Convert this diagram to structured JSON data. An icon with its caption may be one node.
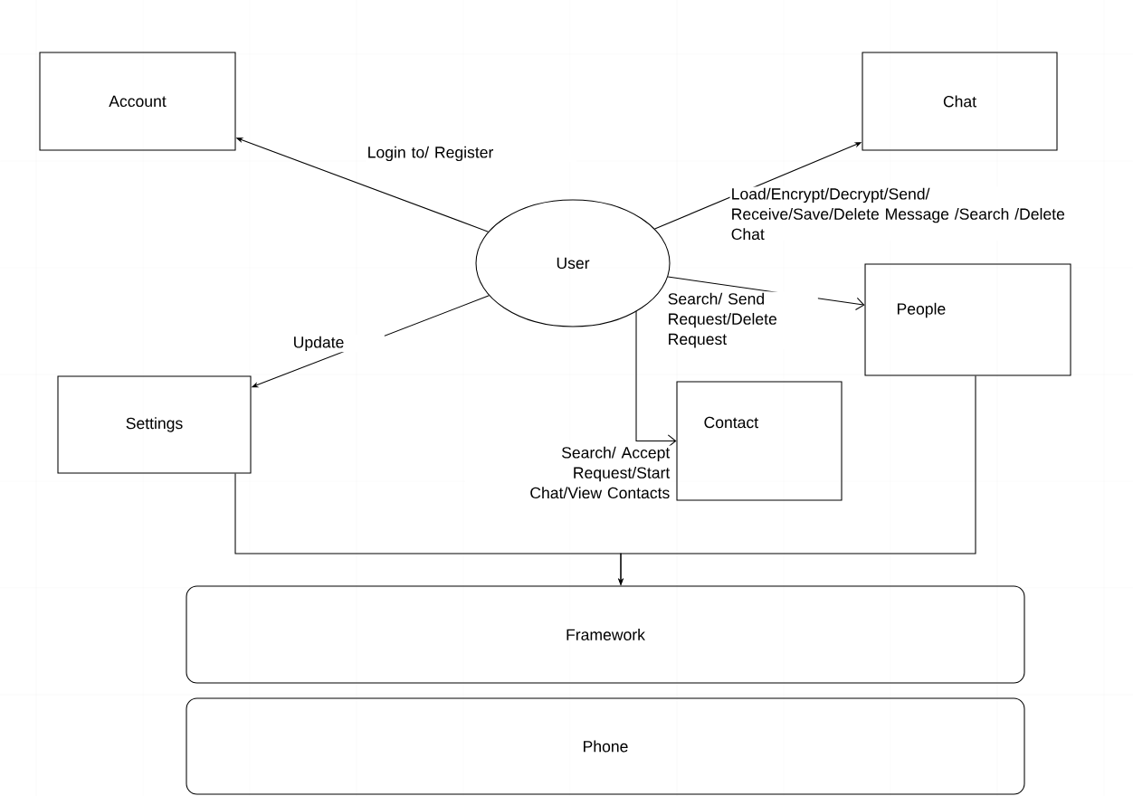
{
  "diagram": {
    "nodes": [
      {
        "text": [
          "Account"
        ]
      },
      {
        "text": [
          "Chat"
        ]
      },
      {
        "text": [
          "User"
        ]
      },
      {
        "text": [
          "People"
        ]
      },
      {
        "text": [
          "Settings"
        ]
      },
      {
        "text": [
          "Contact"
        ]
      },
      {
        "text": [
          "Framework"
        ]
      },
      {
        "text": [
          "Phone"
        ]
      }
    ],
    "edges": [
      {
        "from": 2,
        "to": 0,
        "arrow": "to",
        "label": "Login to/ Register"
      },
      {
        "from": 2,
        "to": 1,
        "arrow": "to",
        "label": "Load/Encrypt/Decrypt/Send/ Receive/Save/Delete Message /Search /Delete Chat"
      },
      {
        "from": 2,
        "to": 3,
        "arrow": "to",
        "label": "Search/ Send Request/Delete Request"
      },
      {
        "from": 2,
        "to": 4,
        "arrow": "to",
        "label": "Update"
      },
      {
        "from": 2,
        "to": 5,
        "arrow": "to",
        "label": "Search/ Accept Request/Start Chat/View Contacts"
      },
      {
        "from": 4,
        "to": 6,
        "arrow": "to"
      },
      {
        "from": 3,
        "to": 6,
        "arrow": "to"
      }
    ]
  }
}
